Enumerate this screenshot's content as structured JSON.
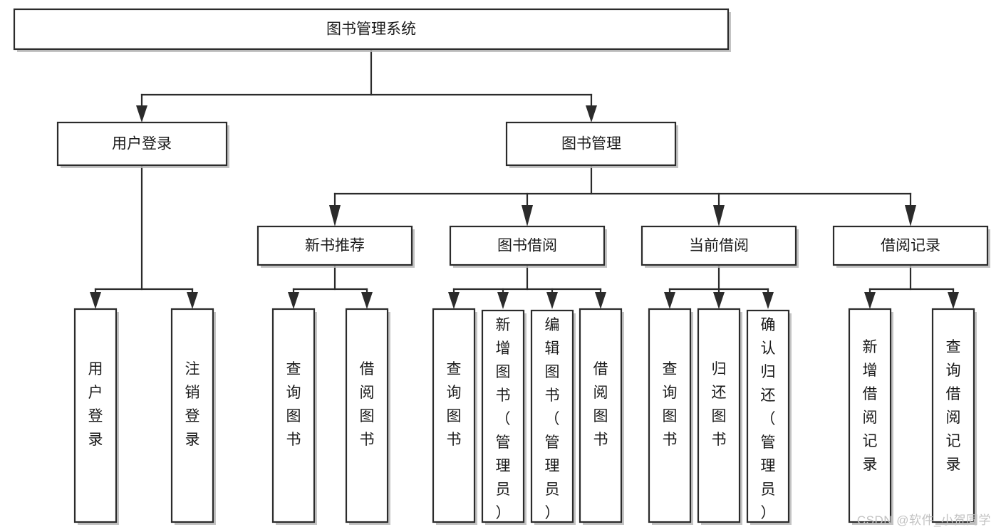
{
  "diagram": {
    "type": "tree",
    "title": "图书管理系统",
    "watermark": "CSDN @软件_小贺同学",
    "colors": {
      "stroke": "#2b2b2b",
      "fill": "#ffffff",
      "text": "#1a1a1a",
      "shadow": "#b9b9b9",
      "watermark": "#c2c2c2"
    },
    "levels": {
      "root": {
        "label": "图书管理系统"
      },
      "level2": [
        {
          "label": "用户登录"
        },
        {
          "label": "图书管理"
        }
      ],
      "level3": [
        {
          "label": "新书推荐"
        },
        {
          "label": "图书借阅"
        },
        {
          "label": "当前借阅"
        },
        {
          "label": "借阅记录"
        }
      ],
      "leaves": {
        "user_login": [
          {
            "label": "用户登录"
          },
          {
            "label": "注销登录"
          }
        ],
        "new_book_recommend": [
          {
            "label": "查询图书"
          },
          {
            "label": "借阅图书"
          }
        ],
        "book_borrow": [
          {
            "label": "查询图书"
          },
          {
            "label": "新增图书（管理员）"
          },
          {
            "label": "编辑图书（管理员）"
          },
          {
            "label": "借阅图书"
          }
        ],
        "current_borrow": [
          {
            "label": "查询图书"
          },
          {
            "label": "归还图书"
          },
          {
            "label": "确认归还（管理员）"
          }
        ],
        "borrow_record": [
          {
            "label": "新增借阅记录"
          },
          {
            "label": "查询借阅记录"
          }
        ]
      }
    }
  }
}
